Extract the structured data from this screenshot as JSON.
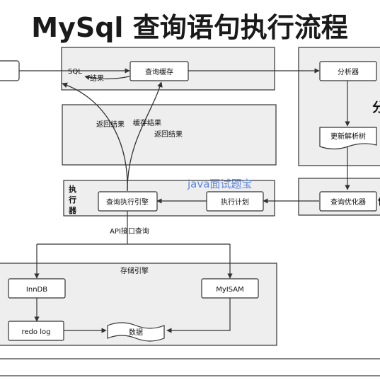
{
  "title": "MySql 查询语句执行流程",
  "watermark": "java面试题宝",
  "labels": {
    "sql": "SQL",
    "result": "结果",
    "query_cache": "查询缓存",
    "analyzer": "分析器",
    "analyzer_region_fragment": "分",
    "return_result_1": "返回结果",
    "cache_result": "缓存结果",
    "return_result_2": "返回结果",
    "update_parse_tree": "更新解析树",
    "executor": [
      "执",
      "行",
      "器"
    ],
    "query_engine": "查询执行引擎",
    "exec_plan": "执行计划",
    "query_optimizer": "查询优化器",
    "optimizer_region_fragment": "优",
    "api_query": "API接口查询",
    "storage_engine": "存储引擎",
    "innodb": "InnDB",
    "myisam": "MyISAM",
    "redo_log": "redo log",
    "data": "数据"
  },
  "colors": {
    "region_fill": "#eeeeee",
    "stroke": "#333333",
    "text": "#111111",
    "watermark": "#3a6fd8"
  }
}
